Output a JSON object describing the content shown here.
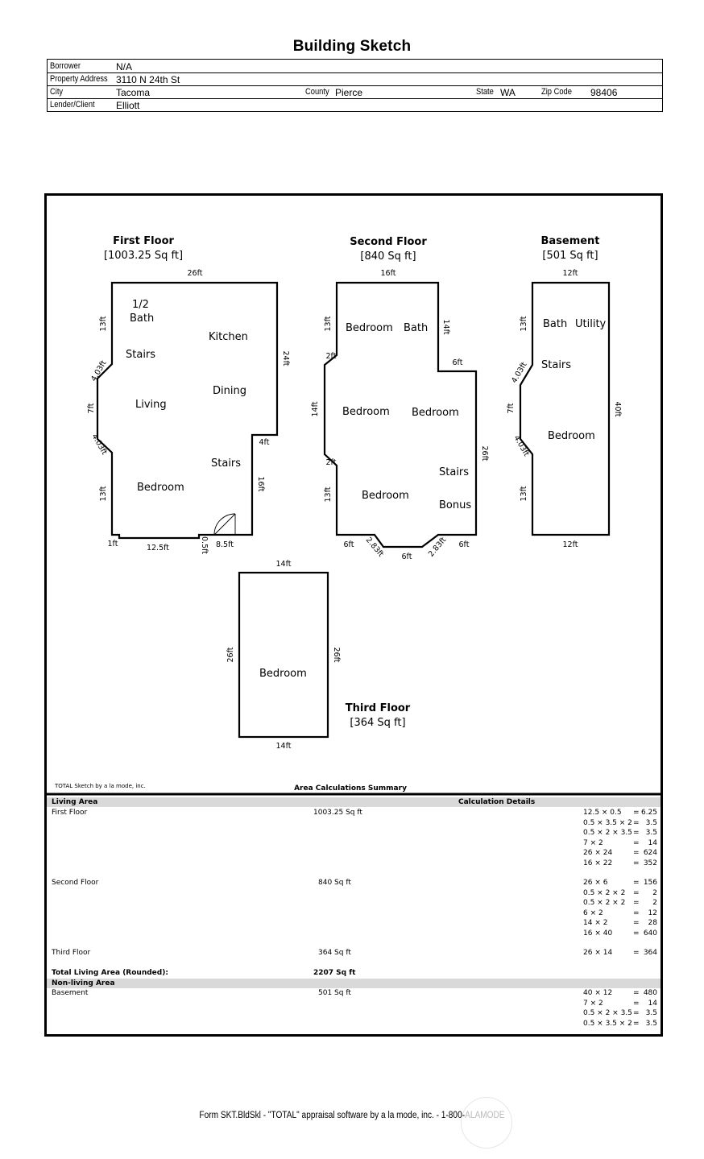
{
  "header": {
    "title": "Building Sketch",
    "borrower_label": "Borrower",
    "borrower": "N/A",
    "address_label": "Property Address",
    "address": "3110 N 24th St",
    "city_label": "City",
    "city": "Tacoma",
    "county_label": "County",
    "county": "Pierce",
    "state_label": "State",
    "state": "WA",
    "zip_label": "Zip Code",
    "zip": "98406",
    "lender_label": "Lender/Client",
    "lender": "Elliott"
  },
  "floors": {
    "first": {
      "name": "First Floor",
      "area": "[1003.25 Sq ft]",
      "rooms": {
        "half": "1/2",
        "bath": "Bath",
        "kitchen": "Kitchen",
        "stairs1": "Stairs",
        "dining": "Dining",
        "living": "Living",
        "stairs2": "Stairs",
        "bedroom": "Bedroom"
      },
      "dims": {
        "top": "26ft",
        "left_upper": "13ft",
        "angle_upper": "4.03ft",
        "left_mid": "7ft",
        "angle_lower": "4.03ft",
        "left_lower": "13ft",
        "right": "24ft",
        "notch": "4ft",
        "right_lower": "16ft",
        "b1": "1ft",
        "b2": "12.5ft",
        "b3": "0.5ft",
        "b4": "8.5ft"
      }
    },
    "second": {
      "name": "Second Floor",
      "area": "[840 Sq ft]",
      "rooms": {
        "bedroom_nw": "Bedroom",
        "bath": "Bath",
        "bedroom_w": "Bedroom",
        "bedroom_e": "Bedroom",
        "stairs": "Stairs",
        "bedroom_s": "Bedroom",
        "bonus": "Bonus"
      },
      "dims": {
        "top": "16ft",
        "left_upper": "13ft",
        "bump_upper": "2ft",
        "left_mid": "14ft",
        "bump_lower": "2ft",
        "left_lower": "13ft",
        "right_upper": "14ft",
        "step": "6ft",
        "right_lower": "26ft",
        "b1": "6ft",
        "b2": "2.83ft",
        "b3": "6ft",
        "b4": "2.83ft",
        "b5": "6ft"
      }
    },
    "basement": {
      "name": "Basement",
      "area": "[501 Sq ft]",
      "rooms": {
        "bath": "Bath",
        "utility": "Utility",
        "stairs": "Stairs",
        "bedroom": "Bedroom"
      },
      "dims": {
        "top": "12ft",
        "left_upper": "13ft",
        "angle_upper": "4.03ft",
        "left_mid": "7ft",
        "angle_lower": "4.03ft",
        "left_lower": "13ft",
        "right": "40ft",
        "bottom": "12ft"
      }
    },
    "third": {
      "name": "Third Floor",
      "area": "[364 Sq ft]",
      "rooms": {
        "bedroom": "Bedroom"
      },
      "dims": {
        "top": "14ft",
        "left": "26ft",
        "right": "26ft",
        "bottom": "14ft"
      }
    }
  },
  "sketch_credit": "TOTAL Sketch by a la mode, inc.",
  "summary": {
    "title": "Area Calculations Summary",
    "living_header": "Living Area",
    "details_header": "Calculation Details",
    "rows": [
      {
        "name": "First Floor",
        "area": "1003.25 Sq ft",
        "calcs": [
          [
            "12.5 × 0.5",
            "=",
            "6.25"
          ],
          [
            "0.5 × 3.5 × 2",
            "=",
            "3.5"
          ],
          [
            "0.5 × 2 × 3.5",
            "=",
            "3.5"
          ],
          [
            "7 × 2",
            "=",
            "14"
          ],
          [
            "26 × 24",
            "=",
            "624"
          ],
          [
            "16 × 22",
            "=",
            "352"
          ]
        ]
      },
      {
        "name": "Second Floor",
        "area": "840 Sq ft",
        "calcs": [
          [
            "26 × 6",
            "=",
            "156"
          ],
          [
            "0.5 × 2 × 2",
            "=",
            "2"
          ],
          [
            "0.5 × 2 × 2",
            "=",
            "2"
          ],
          [
            "6 × 2",
            "=",
            "12"
          ],
          [
            "14 × 2",
            "=",
            "28"
          ],
          [
            "16 × 40",
            "=",
            "640"
          ]
        ]
      },
      {
        "name": "Third Floor",
        "area": "364 Sq ft",
        "calcs": [
          [
            "26 × 14",
            "=",
            "364"
          ]
        ]
      }
    ],
    "total_label": "Total Living Area (Rounded):",
    "total_value": "2207 Sq ft",
    "nonliving_header": "Non-living Area",
    "nonliving_rows": [
      {
        "name": "Basement",
        "area": "501 Sq ft",
        "calcs": [
          [
            "40 × 12",
            "=",
            "480"
          ],
          [
            "7 × 2",
            "=",
            "14"
          ],
          [
            "0.5 × 2 × 3.5",
            "=",
            "3.5"
          ],
          [
            "0.5 × 3.5 × 2",
            "=",
            "3.5"
          ]
        ]
      }
    ]
  },
  "footer": {
    "text": "Form SKT.BldSkl - \"TOTAL\" appraisal software by a la mode, inc. - 1-800-",
    "suffix": "ALAMODE"
  }
}
